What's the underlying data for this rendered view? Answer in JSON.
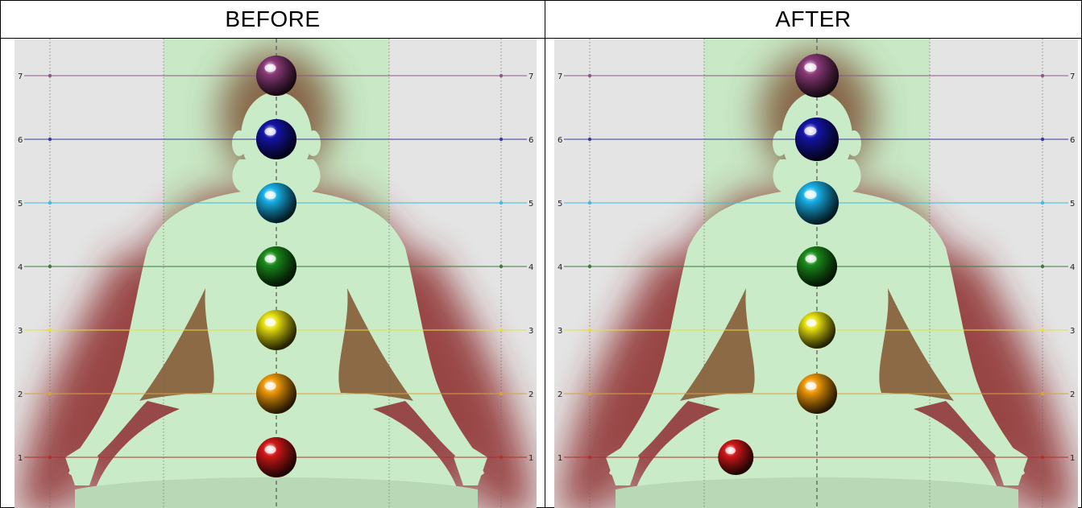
{
  "headers": {
    "before": "BEFORE",
    "after": "AFTER"
  },
  "levels": [
    {
      "n": "1",
      "color": "#d01818",
      "line": "#b03030"
    },
    {
      "n": "2",
      "color": "#f09a0a",
      "line": "#d9a040"
    },
    {
      "n": "3",
      "color": "#e8e010",
      "line": "#e6df40"
    },
    {
      "n": "4",
      "color": "#1a8a1a",
      "line": "#3a7a3a"
    },
    {
      "n": "5",
      "color": "#18b0e6",
      "line": "#40b8e0"
    },
    {
      "n": "6",
      "color": "#1414a8",
      "line": "#3a3a9a"
    },
    {
      "n": "7",
      "color": "#8a3a78",
      "line": "#8a5a84"
    }
  ],
  "panels": {
    "before": {
      "root_offset": 0
    },
    "after": {
      "root_offset": -0.31
    }
  }
}
